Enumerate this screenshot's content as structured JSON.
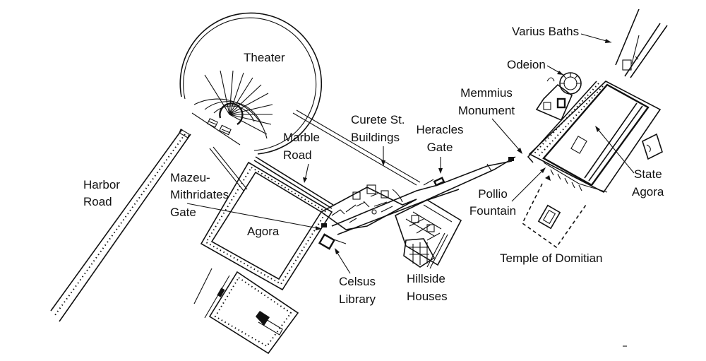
{
  "map": {
    "title": "Ephesus site plan",
    "labels": {
      "varius_baths": "Varius Baths",
      "odeion": "Odeion",
      "theater": "Theater",
      "memmius_1": "Memmius",
      "memmius_2": "Monument",
      "curete_1": "Curete St.",
      "curete_2": "Buildings",
      "heracles_1": "Heracles",
      "heracles_2": "Gate",
      "marble_1": "Marble",
      "marble_2": "Road",
      "harbor_1": "Harbor",
      "harbor_2": "Road",
      "mazeu_1": "Mazeu-",
      "mazeu_2": "Mithridates",
      "mazeu_3": "Gate",
      "agora": "Agora",
      "state_1": "State",
      "state_2": "Agora",
      "pollio_1": "Pollio",
      "pollio_2": "Fountain",
      "temple": "Temple of Domitian",
      "celsus_1": "Celsus",
      "celsus_2": "Library",
      "hillside_1": "Hillside",
      "hillside_2": "Houses"
    },
    "colors": {
      "ink": "#111111",
      "paper": "#ffffff"
    }
  }
}
